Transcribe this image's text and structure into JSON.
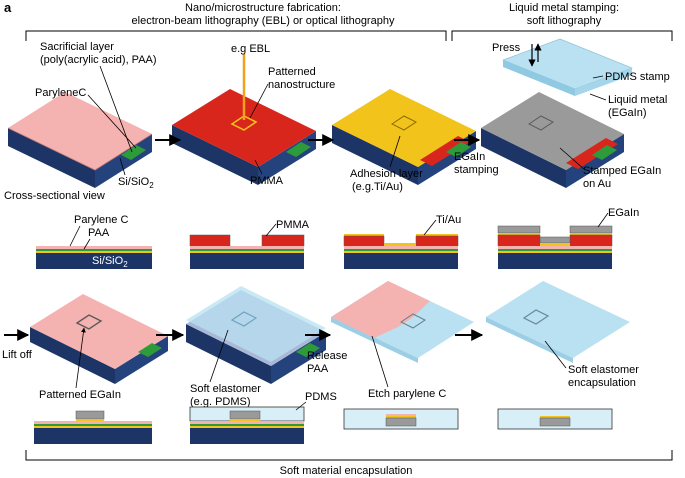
{
  "panel_label": "a",
  "header": {
    "fabrication_line1": "Nano/microstructure fabrication:",
    "fabrication_line2": "electron-beam lithography (EBL) or optical lithography",
    "stamping_line1": "Liquid metal stamping:",
    "stamping_line2": "soft lithography"
  },
  "row1": {
    "sacrificial_line1": "Sacrificial layer",
    "sacrificial_line2": "(poly(acrylic acid), PAA)",
    "parylene": "ParyleneC",
    "substrate": "Si/SiO",
    "substrate_sub": "2",
    "ebl": "e.g EBL",
    "patterned_line1": "Patterned",
    "patterned_line2": "nanostructure",
    "pmma": "PMMA",
    "adhesion_line1": "Adhesion layer",
    "adhesion_line2": "(e.g.Ti/Au)",
    "egain_stamping_line1": "EGaIn",
    "egain_stamping_line2": "stamping",
    "press": "Press",
    "pdms_stamp": "PDMS stamp",
    "liquid_metal_line1": "Liquid metal",
    "liquid_metal_line2": "(EGaIn)",
    "stamped_line1": "Stamped EGaIn",
    "stamped_line2": "on Au"
  },
  "cross_section": {
    "title": "Cross-sectional view",
    "parylene": "Parylene C",
    "paa": "PAA",
    "substrate": "Si/SiO",
    "substrate_sub": "2",
    "pmma": "PMMA",
    "tiau": "Ti/Au",
    "egain": "EGaIn"
  },
  "row3": {
    "lift_off": "Lift off",
    "patterned_egain": "Patterned EGaIn",
    "soft_elastomer_line1": "Soft elastomer",
    "soft_elastomer_line2": "(e.g. PDMS)",
    "release_line1": "Release",
    "release_line2": "PAA",
    "etch": "Etch parylene C",
    "encap_line1": "Soft elastomer",
    "encap_line2": "encapsulation"
  },
  "row4": {
    "pdms": "PDMS"
  },
  "footer": {
    "encapsulation": "Soft material encapsulation"
  },
  "colors": {
    "substrate_top": "#2a4a8c",
    "substrate_side": "#1c3566",
    "parylene": "#f4b3b0",
    "pmma": "#d9261c",
    "gold": "#f2c31a",
    "egain": "#9a9a9a",
    "pdms": "#b9e1f2",
    "green": "#2e9b3a"
  }
}
